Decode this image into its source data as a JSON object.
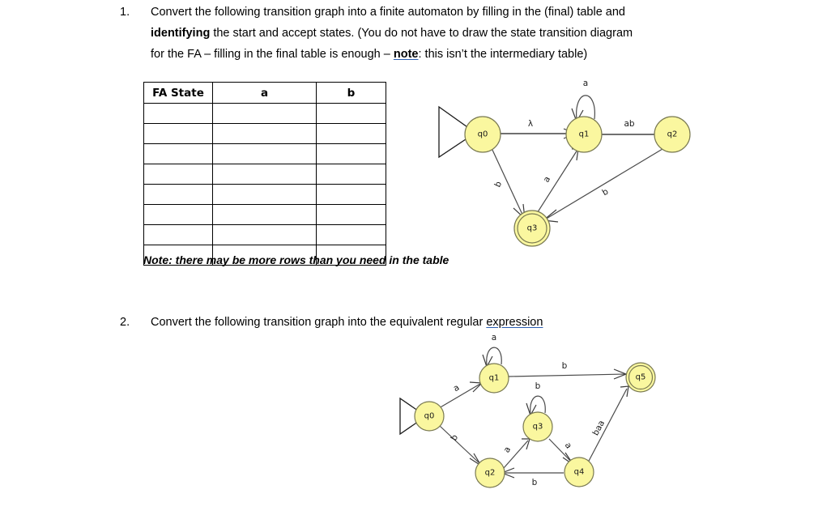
{
  "document": {
    "questions": [
      {
        "number": "1.",
        "line1_pre": "Convert the following transition graph into a finite automaton by filling in the (final) table and",
        "line2_bold": "identifying",
        "line2_rest": " the start and accept states.  (You do not have to draw the state transition diagram",
        "line3_pre": "for the FA – filling in the final table is enough – ",
        "line3_note": "note",
        "line3_post": ": this isn’t the intermediary table)"
      },
      {
        "number": "2.",
        "text_pre": "Convert the following transition graph into the equivalent regular ",
        "text_underlined": "expression"
      }
    ]
  },
  "fa_table": {
    "headers": [
      "FA State",
      "a",
      "b"
    ],
    "rows": [
      [
        "",
        "",
        ""
      ],
      [
        "",
        "",
        ""
      ],
      [
        "",
        "",
        ""
      ],
      [
        "",
        "",
        ""
      ],
      [
        "",
        "",
        ""
      ],
      [
        "",
        "",
        ""
      ],
      [
        "",
        "",
        ""
      ],
      [
        "",
        "",
        ""
      ]
    ],
    "note": "Note:  there may be more rows than you need in the table"
  },
  "diagram_1": {
    "nodes": [
      {
        "id": "q0",
        "label": "q0",
        "accept": false,
        "start": true
      },
      {
        "id": "q1",
        "label": "q1",
        "accept": false,
        "start": false
      },
      {
        "id": "q2",
        "label": "q2",
        "accept": false,
        "start": false
      },
      {
        "id": "q3",
        "label": "q3",
        "accept": true,
        "start": false
      }
    ],
    "edges": [
      {
        "from": "q0",
        "to": "q1",
        "label": "λ"
      },
      {
        "from": "q1",
        "to": "q1",
        "label": "a"
      },
      {
        "from": "q1",
        "to": "q2",
        "label": "ab"
      },
      {
        "from": "q0",
        "to": "q3",
        "label": "b"
      },
      {
        "from": "q3",
        "to": "q1",
        "label": "a"
      },
      {
        "from": "q2",
        "to": "q3",
        "label": "b"
      }
    ],
    "labels": {
      "self_a": "a",
      "q0_q1": "λ",
      "q1_q2": "ab",
      "q0_q3": "b",
      "q3_q1": "a",
      "q2_q3": "b",
      "n0": "q0",
      "n1": "q1",
      "n2": "q2",
      "n3": "q3"
    }
  },
  "diagram_2": {
    "nodes": [
      {
        "id": "q0",
        "label": "q0",
        "accept": false,
        "start": true
      },
      {
        "id": "q1",
        "label": "q1",
        "accept": false,
        "start": false
      },
      {
        "id": "q2",
        "label": "q2",
        "accept": false,
        "start": false
      },
      {
        "id": "q3",
        "label": "q3",
        "accept": false,
        "start": false
      },
      {
        "id": "q4",
        "label": "q4",
        "accept": false,
        "start": false
      },
      {
        "id": "q5",
        "label": "q5",
        "accept": true,
        "start": false
      }
    ],
    "edges": [
      {
        "from": "q0",
        "to": "q1",
        "label": "a"
      },
      {
        "from": "q1",
        "to": "q1",
        "label": "a"
      },
      {
        "from": "q1",
        "to": "q5",
        "label": "b"
      },
      {
        "from": "q0",
        "to": "q2",
        "label": "b"
      },
      {
        "from": "q2",
        "to": "q3",
        "label": "a"
      },
      {
        "from": "q3",
        "to": "q3",
        "label": "b"
      },
      {
        "from": "q3",
        "to": "q4",
        "label": "a"
      },
      {
        "from": "q4",
        "to": "q2",
        "label": "b"
      },
      {
        "from": "q4",
        "to": "q5",
        "label": "baa"
      }
    ],
    "labels": {
      "q0_q1": "a",
      "self_q1": "a",
      "q1_q5": "b",
      "q0_q2": "b",
      "q2_q3": "a",
      "self_q3": "b",
      "q3_q4": "a",
      "q4_q2": "b",
      "q4_q5": "baa",
      "n0": "q0",
      "n1": "q1",
      "n2": "q2",
      "n3": "q3",
      "n4": "q4",
      "n5": "q5"
    }
  },
  "colors": {
    "node_fill": "#faf79f",
    "node_stroke": "#7a7a52",
    "edge": "#4a4a4a",
    "spellcheck_underline": "#2a5db0",
    "page_background": "#ffffff"
  }
}
